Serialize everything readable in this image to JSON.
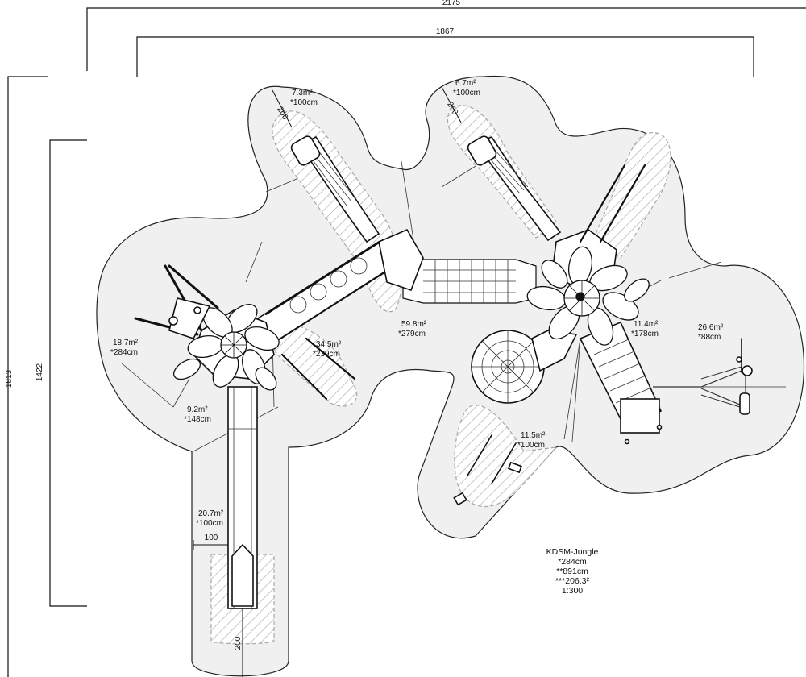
{
  "dimensions": {
    "overall_width": "2175",
    "inner_width": "1867",
    "overall_height": "1813",
    "inner_height": "1422",
    "slide_width": "100",
    "slide_length_top_left": "200",
    "slide_length_top_right": "200",
    "slide_length_bottom": "200"
  },
  "zones": [
    {
      "area": "7.3m²",
      "height": "*100cm"
    },
    {
      "area": "6.7m²",
      "height": "*100cm"
    },
    {
      "area": "18.7m²",
      "height": "*284cm"
    },
    {
      "area": "34.5m²",
      "height": "*239cm"
    },
    {
      "area": "59.8m²",
      "height": "*279cm"
    },
    {
      "area": "9.2m²",
      "height": "*148cm"
    },
    {
      "area": "11.4m²",
      "height": "*178cm"
    },
    {
      "area": "26.6m²",
      "height": "*88cm"
    },
    {
      "area": "11.5m²",
      "height": "*100cm"
    },
    {
      "area": "20.7m²",
      "height": "*100cm"
    }
  ],
  "title_block": {
    "name": "KDSM-Jungle",
    "max_height": "*284cm",
    "perimeter": "**891cm",
    "total_area": "***206.3²",
    "scale": "1:300"
  }
}
